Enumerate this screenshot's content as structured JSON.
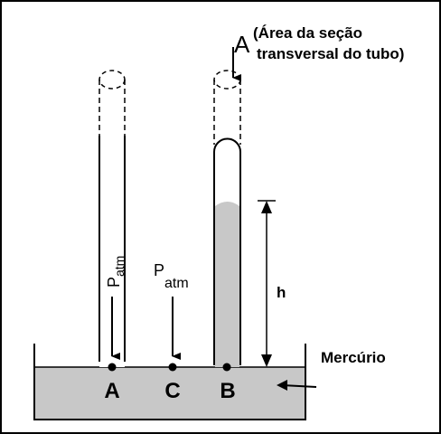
{
  "colors": {
    "frame": "#000000",
    "background": "#ffffff",
    "mercury": "#c8c8c8",
    "ink": "#000000"
  },
  "labels": {
    "area_letter": "A",
    "area_note_line1": "(Área da seção",
    "area_note_line2": "transversal do tubo)",
    "patm_tube_P": "P",
    "patm_tube_sub": "atm",
    "patm_c_P": "P",
    "patm_c_sub": "atm",
    "height": "h",
    "mercury": "Mercúrio",
    "point_a": "A",
    "point_c": "C",
    "point_b": "B"
  }
}
